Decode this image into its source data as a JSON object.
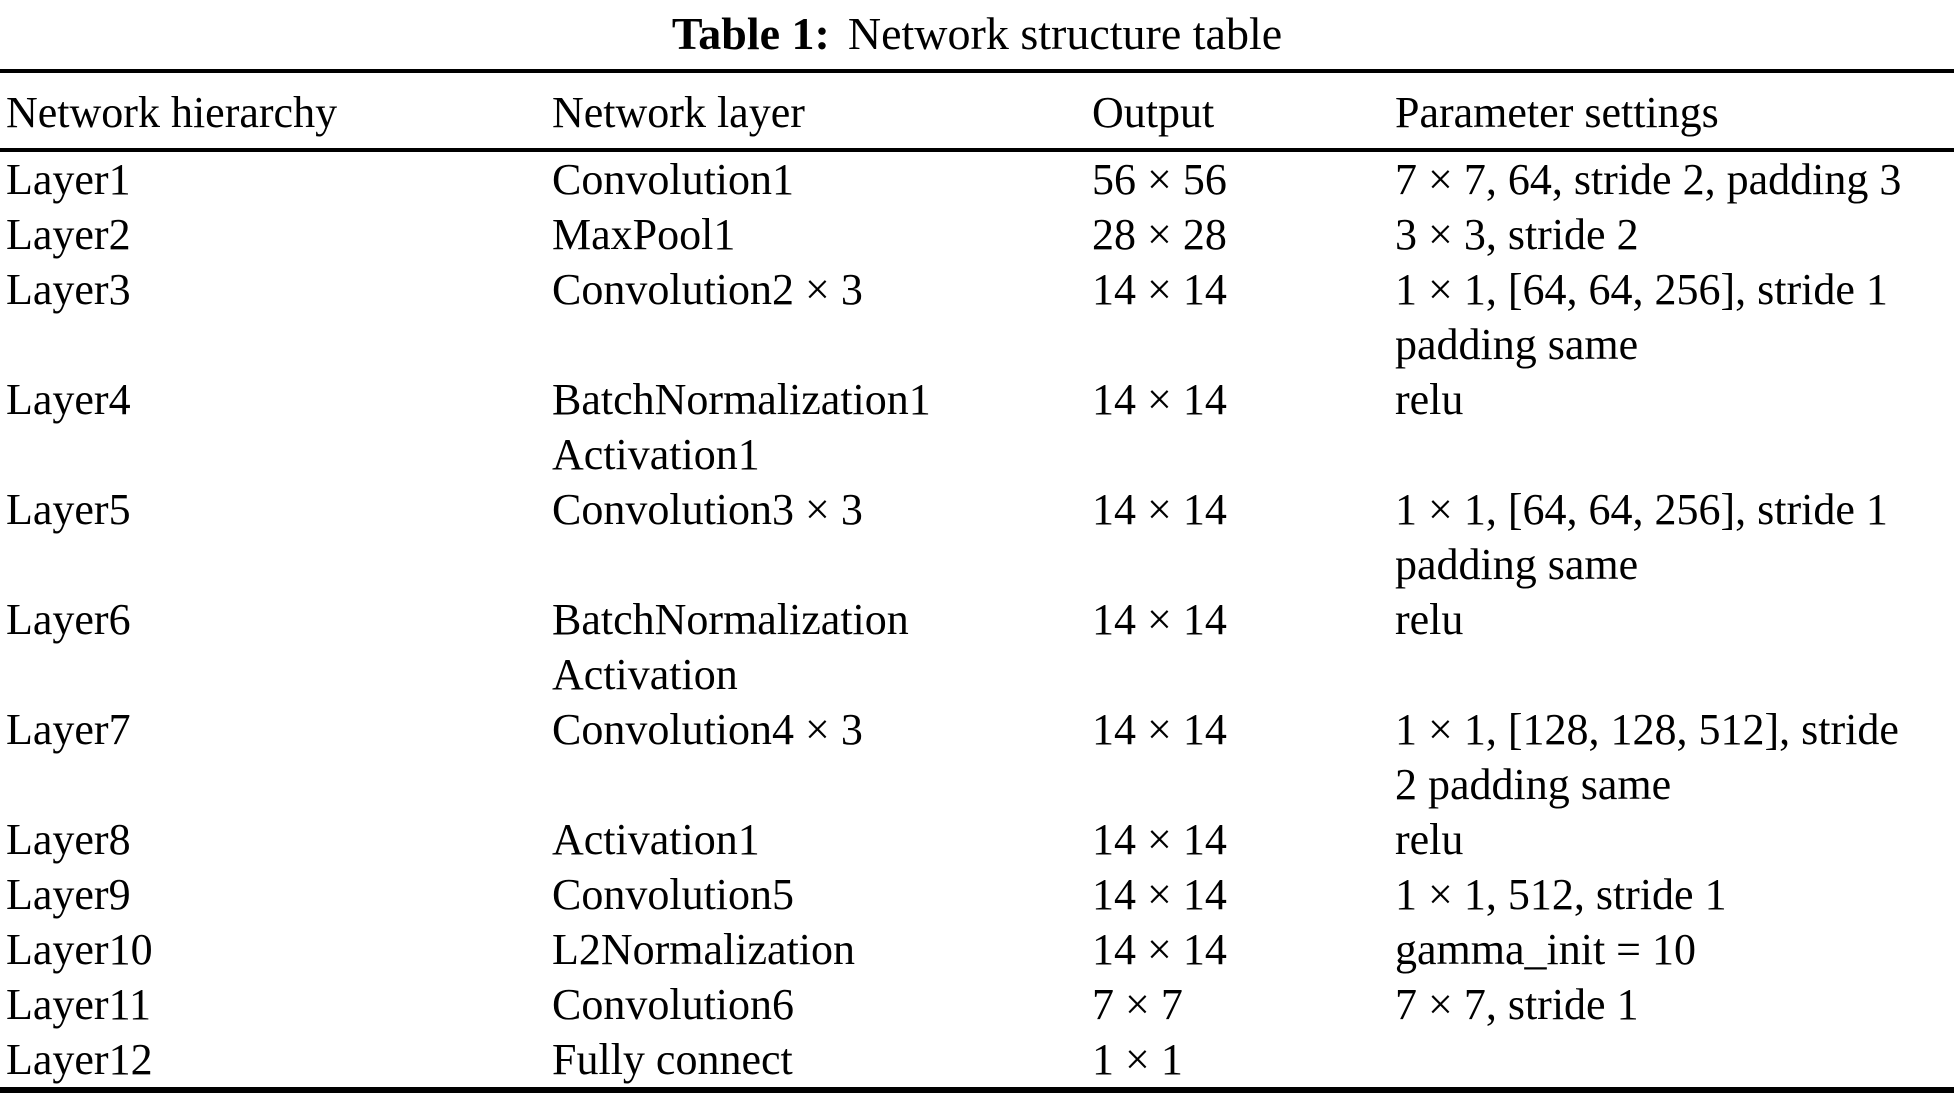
{
  "caption": {
    "label": "Table 1:",
    "title": "Network structure table"
  },
  "table": {
    "headers": [
      "Network hierarchy",
      "Network layer",
      "Output",
      "Parameter settings"
    ],
    "rows": [
      {
        "hierarchy": "Layer1",
        "layer": "Convolution1",
        "output": "56 × 56",
        "params": "7 × 7, 64, stride 2, padding 3"
      },
      {
        "hierarchy": "Layer2",
        "layer": "MaxPool1",
        "output": "28 × 28",
        "params": "3 × 3, stride 2"
      },
      {
        "hierarchy": "Layer3",
        "layer": "Convolution2 × 3",
        "output": "14 × 14",
        "params": "1 × 1, [64, 64, 256], stride 1\npadding same"
      },
      {
        "hierarchy": "Layer4",
        "layer": "BatchNormalization1\nActivation1",
        "output": "14 × 14",
        "params": "relu"
      },
      {
        "hierarchy": "Layer5",
        "layer": "Convolution3 × 3",
        "output": "14 × 14",
        "params": "1 × 1, [64, 64, 256], stride 1\npadding same"
      },
      {
        "hierarchy": "Layer6",
        "layer": "BatchNormalization\nActivation",
        "output": "14 × 14",
        "params": "relu"
      },
      {
        "hierarchy": "Layer7",
        "layer": "Convolution4 × 3",
        "output": "14 × 14",
        "params": "1 × 1, [128, 128, 512], stride\n2 padding same"
      },
      {
        "hierarchy": "Layer8",
        "layer": "Activation1",
        "output": "14 × 14",
        "params": "relu"
      },
      {
        "hierarchy": "Layer9",
        "layer": "Convolution5",
        "output": "14 × 14",
        "params": "1 × 1, 512, stride 1"
      },
      {
        "hierarchy": "Layer10",
        "layer": "L2Normalization",
        "output": "14 × 14",
        "params": "gamma_init = 10"
      },
      {
        "hierarchy": "Layer11",
        "layer": "Convolution6",
        "output": "7 × 7",
        "params": "7 × 7, stride 1"
      },
      {
        "hierarchy": "Layer12",
        "layer": "Fully connect",
        "output": "1 × 1",
        "params": ""
      }
    ]
  },
  "colors": {
    "text": "#000000",
    "background": "#ffffff",
    "rule": "#000000"
  }
}
